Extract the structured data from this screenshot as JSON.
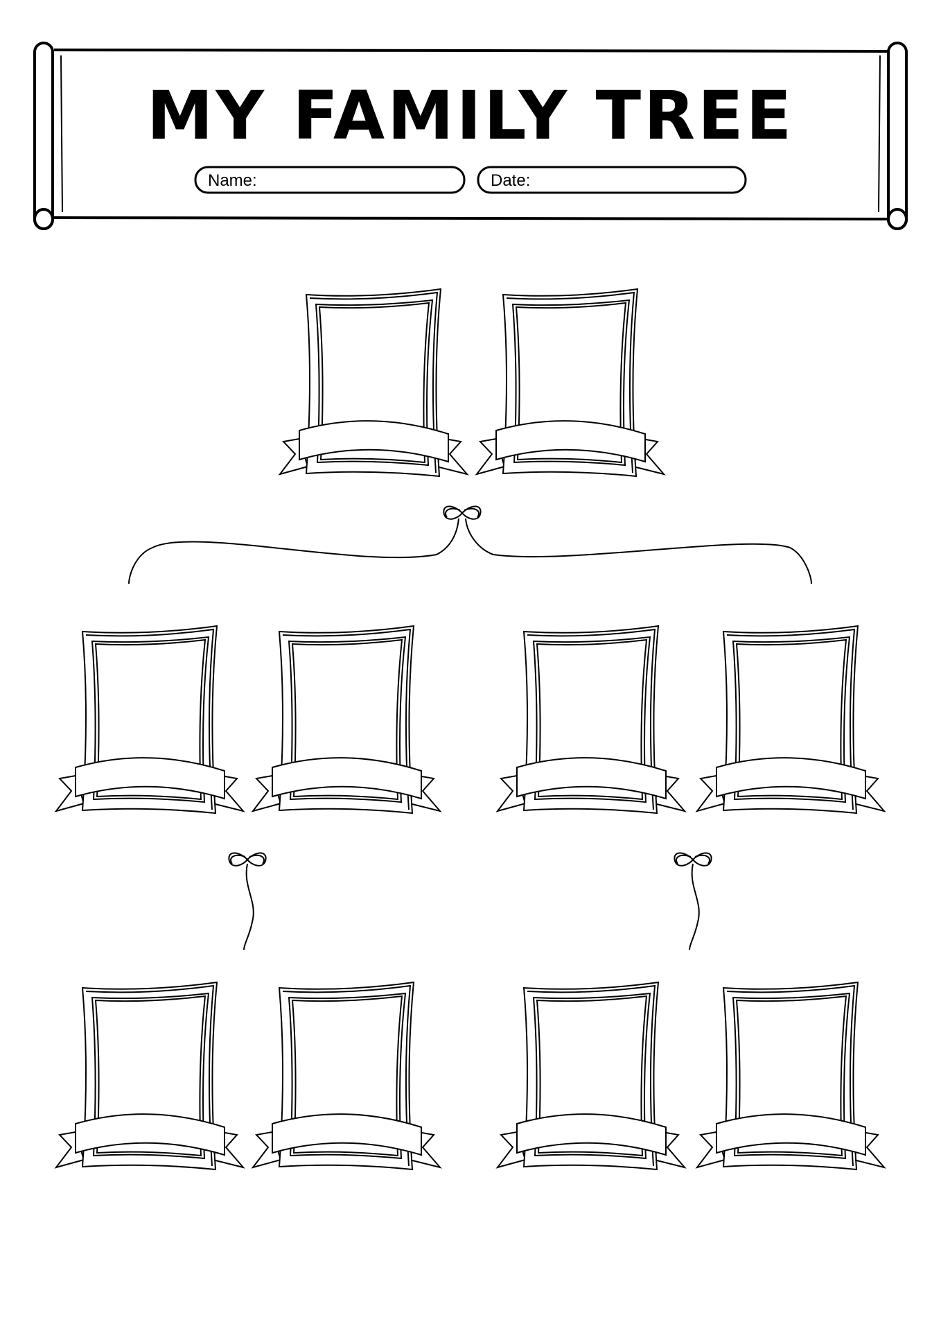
{
  "header": {
    "title": "MY FAMILY TREE",
    "name_label": "Name:",
    "date_label": "Date:"
  },
  "frames": {
    "generation_1_count": 2,
    "generation_2_count": 4,
    "generation_3_count": 4
  },
  "colors": {
    "ink": "#000000",
    "paper": "#ffffff"
  }
}
